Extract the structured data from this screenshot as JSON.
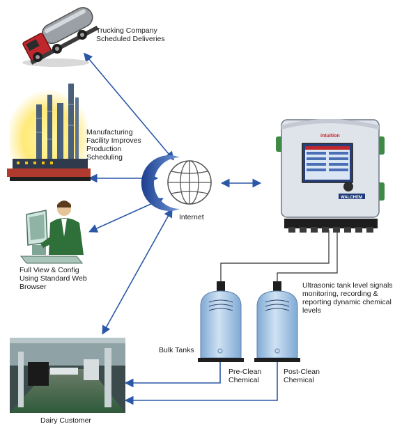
{
  "labels": {
    "trucking": "Trucking Company\nScheduled Deliveries",
    "manufacturing": "Manufacturing\nFacility Improves\nProduction\nScheduling",
    "internet": "Internet",
    "browser": "Full View & Config\nUsing Standard Web\nBrowser",
    "ultrasonic": "Ultrasonic tank level signals\nmonitoring, recording &\nreporting dynamic chemical\nlevels",
    "bulk_tanks": "Bulk Tanks",
    "pre_clean": "Pre-Clean\nChemical",
    "post_clean": "Post-Clean\nChemical",
    "dairy": "Dairy Customer"
  },
  "controller": {
    "brand": "intuition",
    "maker": "WALCHEM"
  },
  "colors": {
    "arrow": "#2a57a6",
    "pipe": "#3a5fa8",
    "tank": "#a9c9e6",
    "cabinet": "#dfe3ea"
  },
  "icons": [
    "truck-icon",
    "factory-icon",
    "globe-icon",
    "computer-user-icon",
    "controller-icon",
    "tank-icon",
    "dairy-photo"
  ]
}
